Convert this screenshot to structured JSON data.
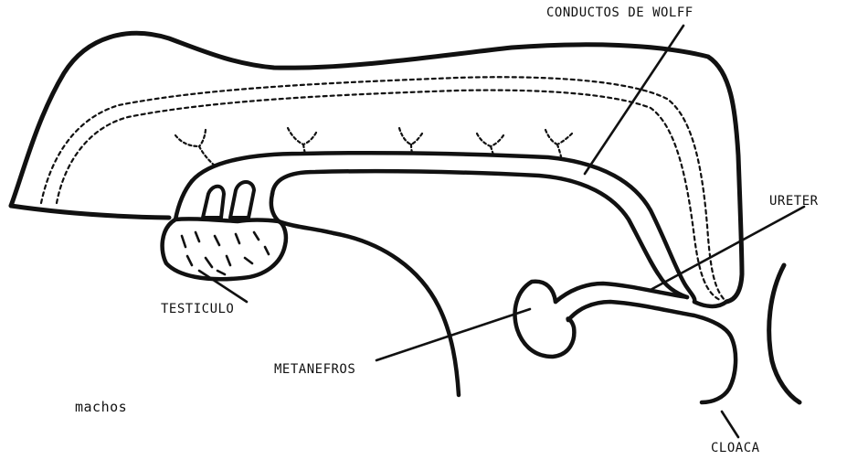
{
  "labels": {
    "wolff": "CONDUCTOS DE WOLFF",
    "ureter": "URETER",
    "testiculo": "TESTICULO",
    "metanefros": "METANEFROS",
    "cloaca": "CLOACA",
    "caption": "machos"
  },
  "colors": {
    "ink": "#111111",
    "background": "#ffffff"
  }
}
